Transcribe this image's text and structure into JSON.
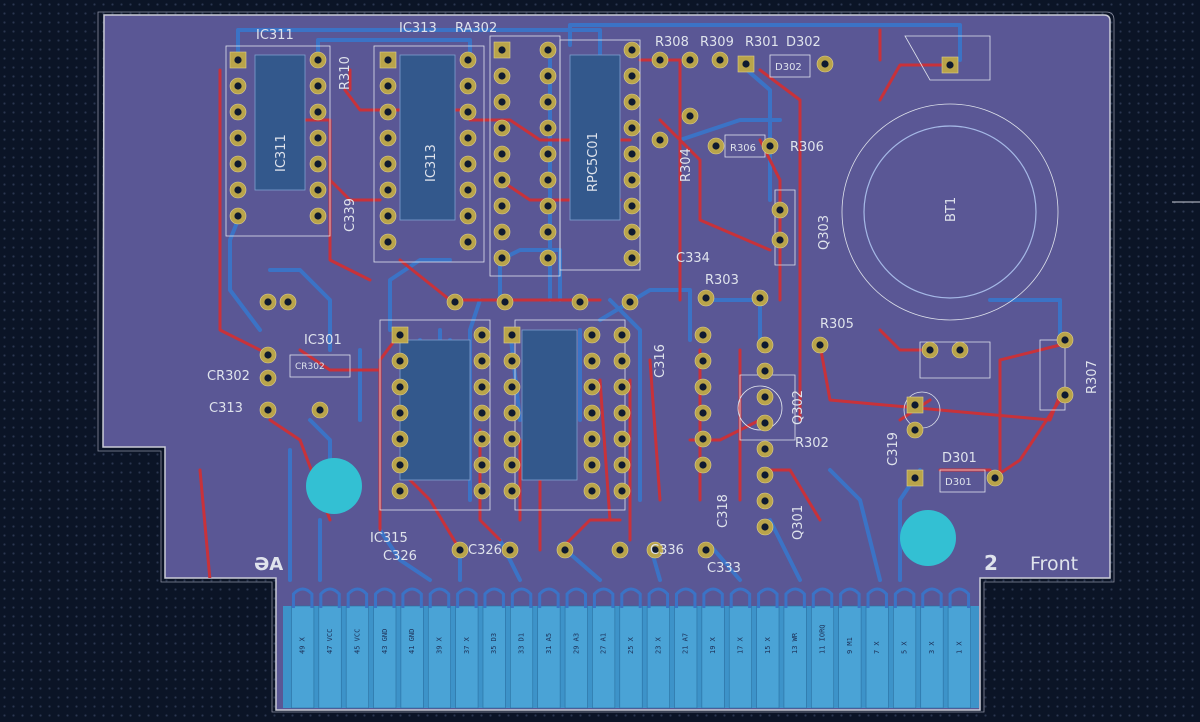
{
  "board": {
    "colors": {
      "background": "#0b1426",
      "board_fill": "#5a5795",
      "board_edge": "#c9cbd6",
      "front_copper": "#c8323a",
      "back_copper": "#3b73c6",
      "edge_connector": "#3d93c9",
      "pad_copper": "#b9a44a",
      "pad_hole": "#0f1a30",
      "silkscreen": "#dfe3ec",
      "mounting_hole": "#33c0d3",
      "ic_body": "#33588c"
    },
    "front_label": "Front",
    "side_mark_left": "ƏA",
    "side_mark_right": "2"
  },
  "components": {
    "IC311_top": "IC311",
    "IC311_body": "IC311",
    "IC313_top": "IC313",
    "IC313_body": "IC313",
    "RA302": "RA302",
    "RPC5C01": "RPC5C01",
    "R308": "R308",
    "R309": "R309",
    "R301": "R301",
    "D302": "D302",
    "D302_body": "D302",
    "R306": "R306",
    "R306_body": "R306",
    "BT1": "BT1",
    "Q303": "Q303",
    "C334": "C334",
    "R303": "R303",
    "R305": "R305",
    "IC301": "IC301",
    "CR302": "CR302",
    "CR302_body": "CR302",
    "C313": "C313",
    "R307": "R307",
    "Q302": "Q302",
    "R302": "R302",
    "C319": "C319",
    "D301": "D301",
    "D301_body": "D301",
    "Q301": "Q301",
    "C318": "C318",
    "C316": "C316",
    "IC315": "IC315",
    "C326": "C326",
    "C333": "C333",
    "C339": "C339",
    "R310": "R310",
    "C326b": "C326",
    "C336": "C336",
    "R304": "R304"
  },
  "edge_pins": [
    {
      "num": "49",
      "sig": "X"
    },
    {
      "num": "47",
      "sig": "VCC"
    },
    {
      "num": "45",
      "sig": "VCC"
    },
    {
      "num": "43",
      "sig": "GND"
    },
    {
      "num": "41",
      "sig": "GND"
    },
    {
      "num": "39",
      "sig": "X"
    },
    {
      "num": "37",
      "sig": "X"
    },
    {
      "num": "35",
      "sig": "D3"
    },
    {
      "num": "33",
      "sig": "D1"
    },
    {
      "num": "31",
      "sig": "A5"
    },
    {
      "num": "29",
      "sig": "A3"
    },
    {
      "num": "27",
      "sig": "A1"
    },
    {
      "num": "25",
      "sig": "X"
    },
    {
      "num": "23",
      "sig": "X"
    },
    {
      "num": "21",
      "sig": "A7"
    },
    {
      "num": "19",
      "sig": "X"
    },
    {
      "num": "17",
      "sig": "X"
    },
    {
      "num": "15",
      "sig": "X"
    },
    {
      "num": "13",
      "sig": "WR"
    },
    {
      "num": "11",
      "sig": "IORQ"
    },
    {
      "num": "9",
      "sig": "M1"
    },
    {
      "num": "7",
      "sig": "X"
    },
    {
      "num": "5",
      "sig": "X"
    },
    {
      "num": "3",
      "sig": "X"
    },
    {
      "num": "1",
      "sig": "X"
    }
  ]
}
